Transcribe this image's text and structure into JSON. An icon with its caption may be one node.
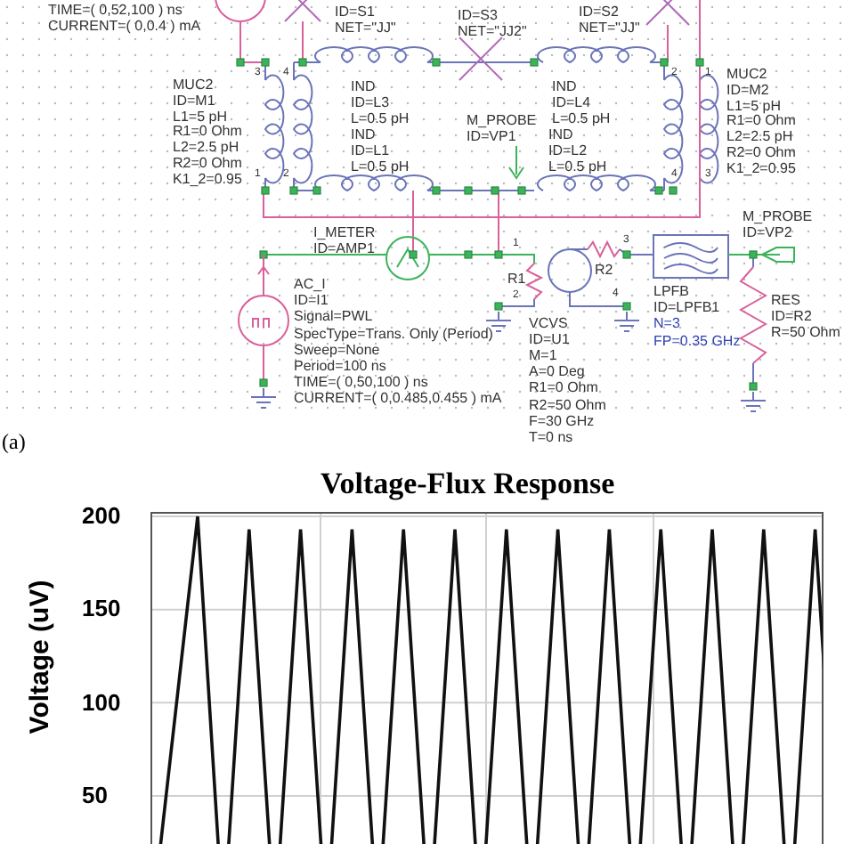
{
  "diagram": {
    "labels": [
      "TIME=( 0,52,100 ) ns",
      "CURRENT=( 0,0.4 ) mA",
      "ID=S1",
      "NET=\"JJ\"",
      "ID=S3",
      "NET=\"JJ2\"",
      "ID=S2",
      "NET=\"JJ\"",
      "MUC2",
      "ID=M1",
      "L1=5 pH",
      "R1=0 Ohm",
      "L2=2.5 pH",
      "R2=0 Ohm",
      "K1_2=0.95",
      "IND",
      "ID=L3",
      "L=0.5 pH",
      "IND",
      "ID=L4",
      "L=0.5 pH",
      "MUC2",
      "ID=M2",
      "L1=5 pH",
      "R1=0 Ohm",
      "L2=2.5 pH",
      "R2=0 Ohm",
      "K1_2=0.95",
      "IND",
      "ID=L1",
      "L=0.5 pH",
      "M_PROBE",
      "ID=VP1",
      "IND",
      "ID=L2",
      "L=0.5 pH",
      "3",
      "4",
      "1",
      "2",
      "2",
      "1",
      "4",
      "3",
      "I_METER",
      "ID=AMP1",
      "M_PROBE",
      "ID=VP2",
      "1",
      "R1",
      "2",
      "R2",
      "3",
      "4",
      "AC_I",
      "ID=I1",
      "Signal=PWL",
      "SpecType=Trans. Only (Period)",
      "Sweep=None",
      "Period=100 ns",
      "TIME=( 0,50,100 ) ns",
      "CURRENT=( 0,0.485,0.455 ) mA",
      "LPFB",
      "ID=LPFB1",
      "N=3",
      "FP=0.35 GHz",
      "VCVS",
      "ID=U1",
      "M=1",
      "A=0 Deg",
      "R1=0 Ohm",
      "R2=50 Ohm",
      "F=30 GHz",
      "T=0 ns",
      "RES",
      "ID=R2",
      "R=50 Ohm",
      "(a)",
      "Voltage-Flux Response",
      "200",
      "150",
      "100",
      "50",
      "Voltage (uV)"
    ]
  }
}
